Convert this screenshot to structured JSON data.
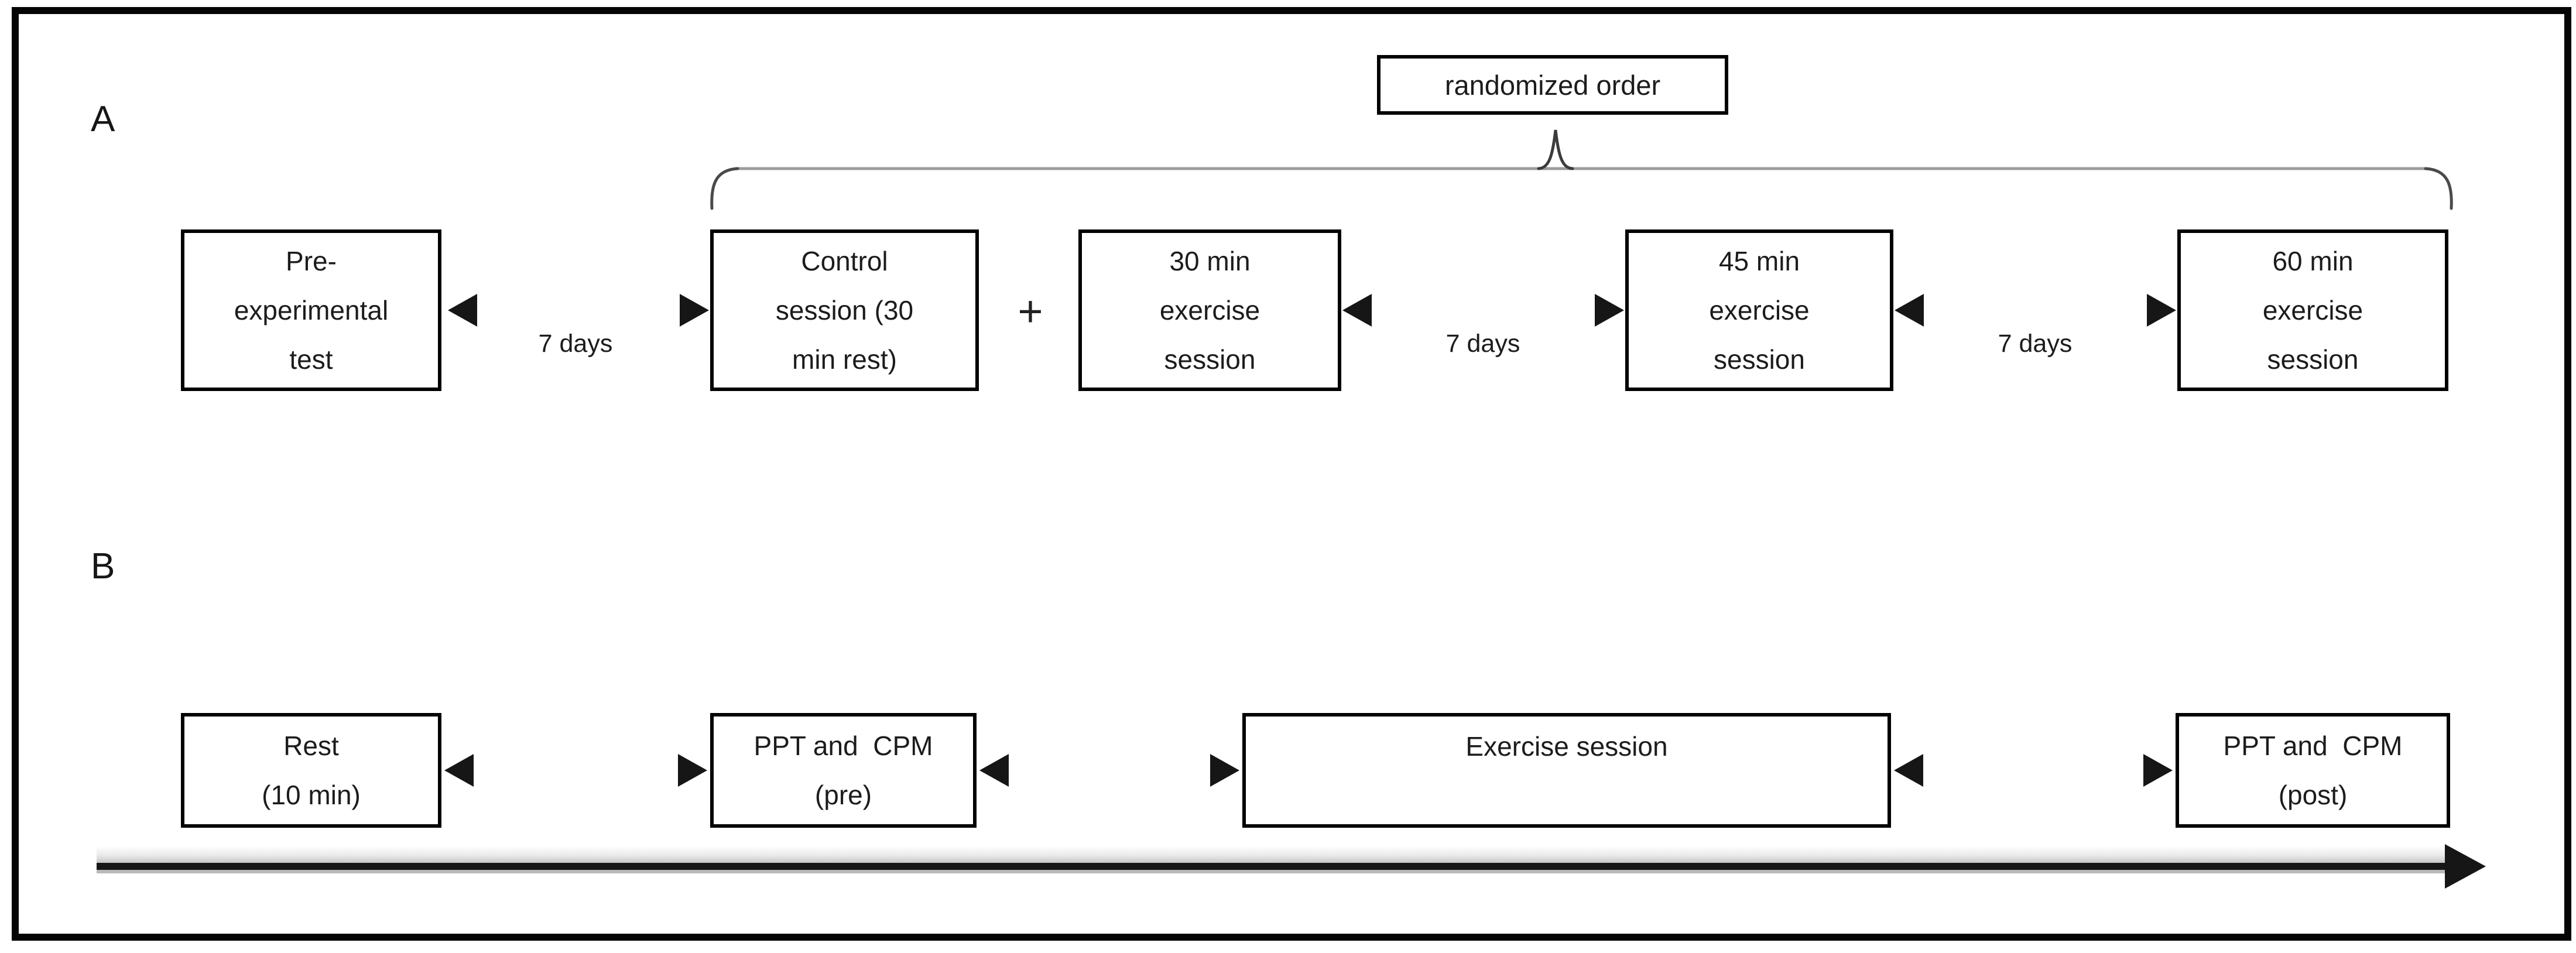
{
  "figure": {
    "background": "#ffffff",
    "frame_border_color": "#050505",
    "box_border_color": "#000000",
    "text_color": "#1c1c1c",
    "brace_gray": "#9c9c9c",
    "arrow_dark": "#161616"
  },
  "panel_a": {
    "label": "A",
    "annotation": {
      "text": "randomized order"
    },
    "boxes": [
      {
        "label": "Pre-\nexperimental\ntest"
      },
      {
        "label": "Control\nsession (30\nmin rest)"
      },
      {
        "label": "30 min\nexercise\nsession"
      },
      {
        "label": "45 min\nexercise\nsession"
      },
      {
        "label": "60 min\nexercise\nsession"
      }
    ],
    "plus": "+",
    "intervals": [
      {
        "label": "7 days"
      },
      {
        "label": "7 days"
      },
      {
        "label": "7 days"
      }
    ]
  },
  "panel_b": {
    "label": "B",
    "boxes": [
      {
        "label": "Rest\n(10 min)"
      },
      {
        "label": "PPT and  CPM\n(pre)"
      },
      {
        "label": "Exercise session"
      },
      {
        "label": "PPT and  CPM\n(post)"
      }
    ]
  }
}
